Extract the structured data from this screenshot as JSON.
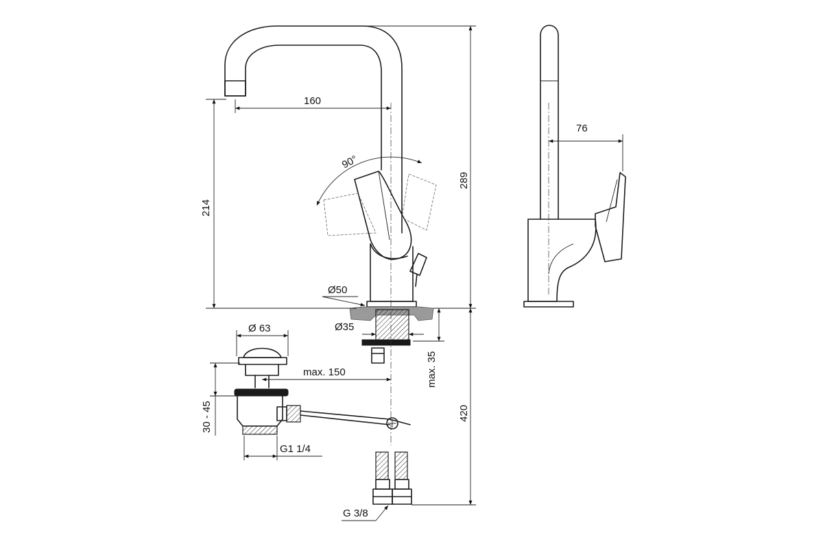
{
  "drawing": {
    "dimensions": {
      "spout_reach": "160",
      "spout_height": "214",
      "overall_height": "289",
      "side_depth": "76",
      "rotation_angle": "90°",
      "base_diameter": "Ø50",
      "shank_diameter": "Ø35",
      "max_counter_thickness": "max. 35",
      "waste_diameter": "Ø 63",
      "pull_rod_reach": "max. 150",
      "waste_range": "30 - 45",
      "waste_thread": "G1 1/4",
      "hose_length": "420",
      "hose_thread": "G 3/8"
    }
  }
}
